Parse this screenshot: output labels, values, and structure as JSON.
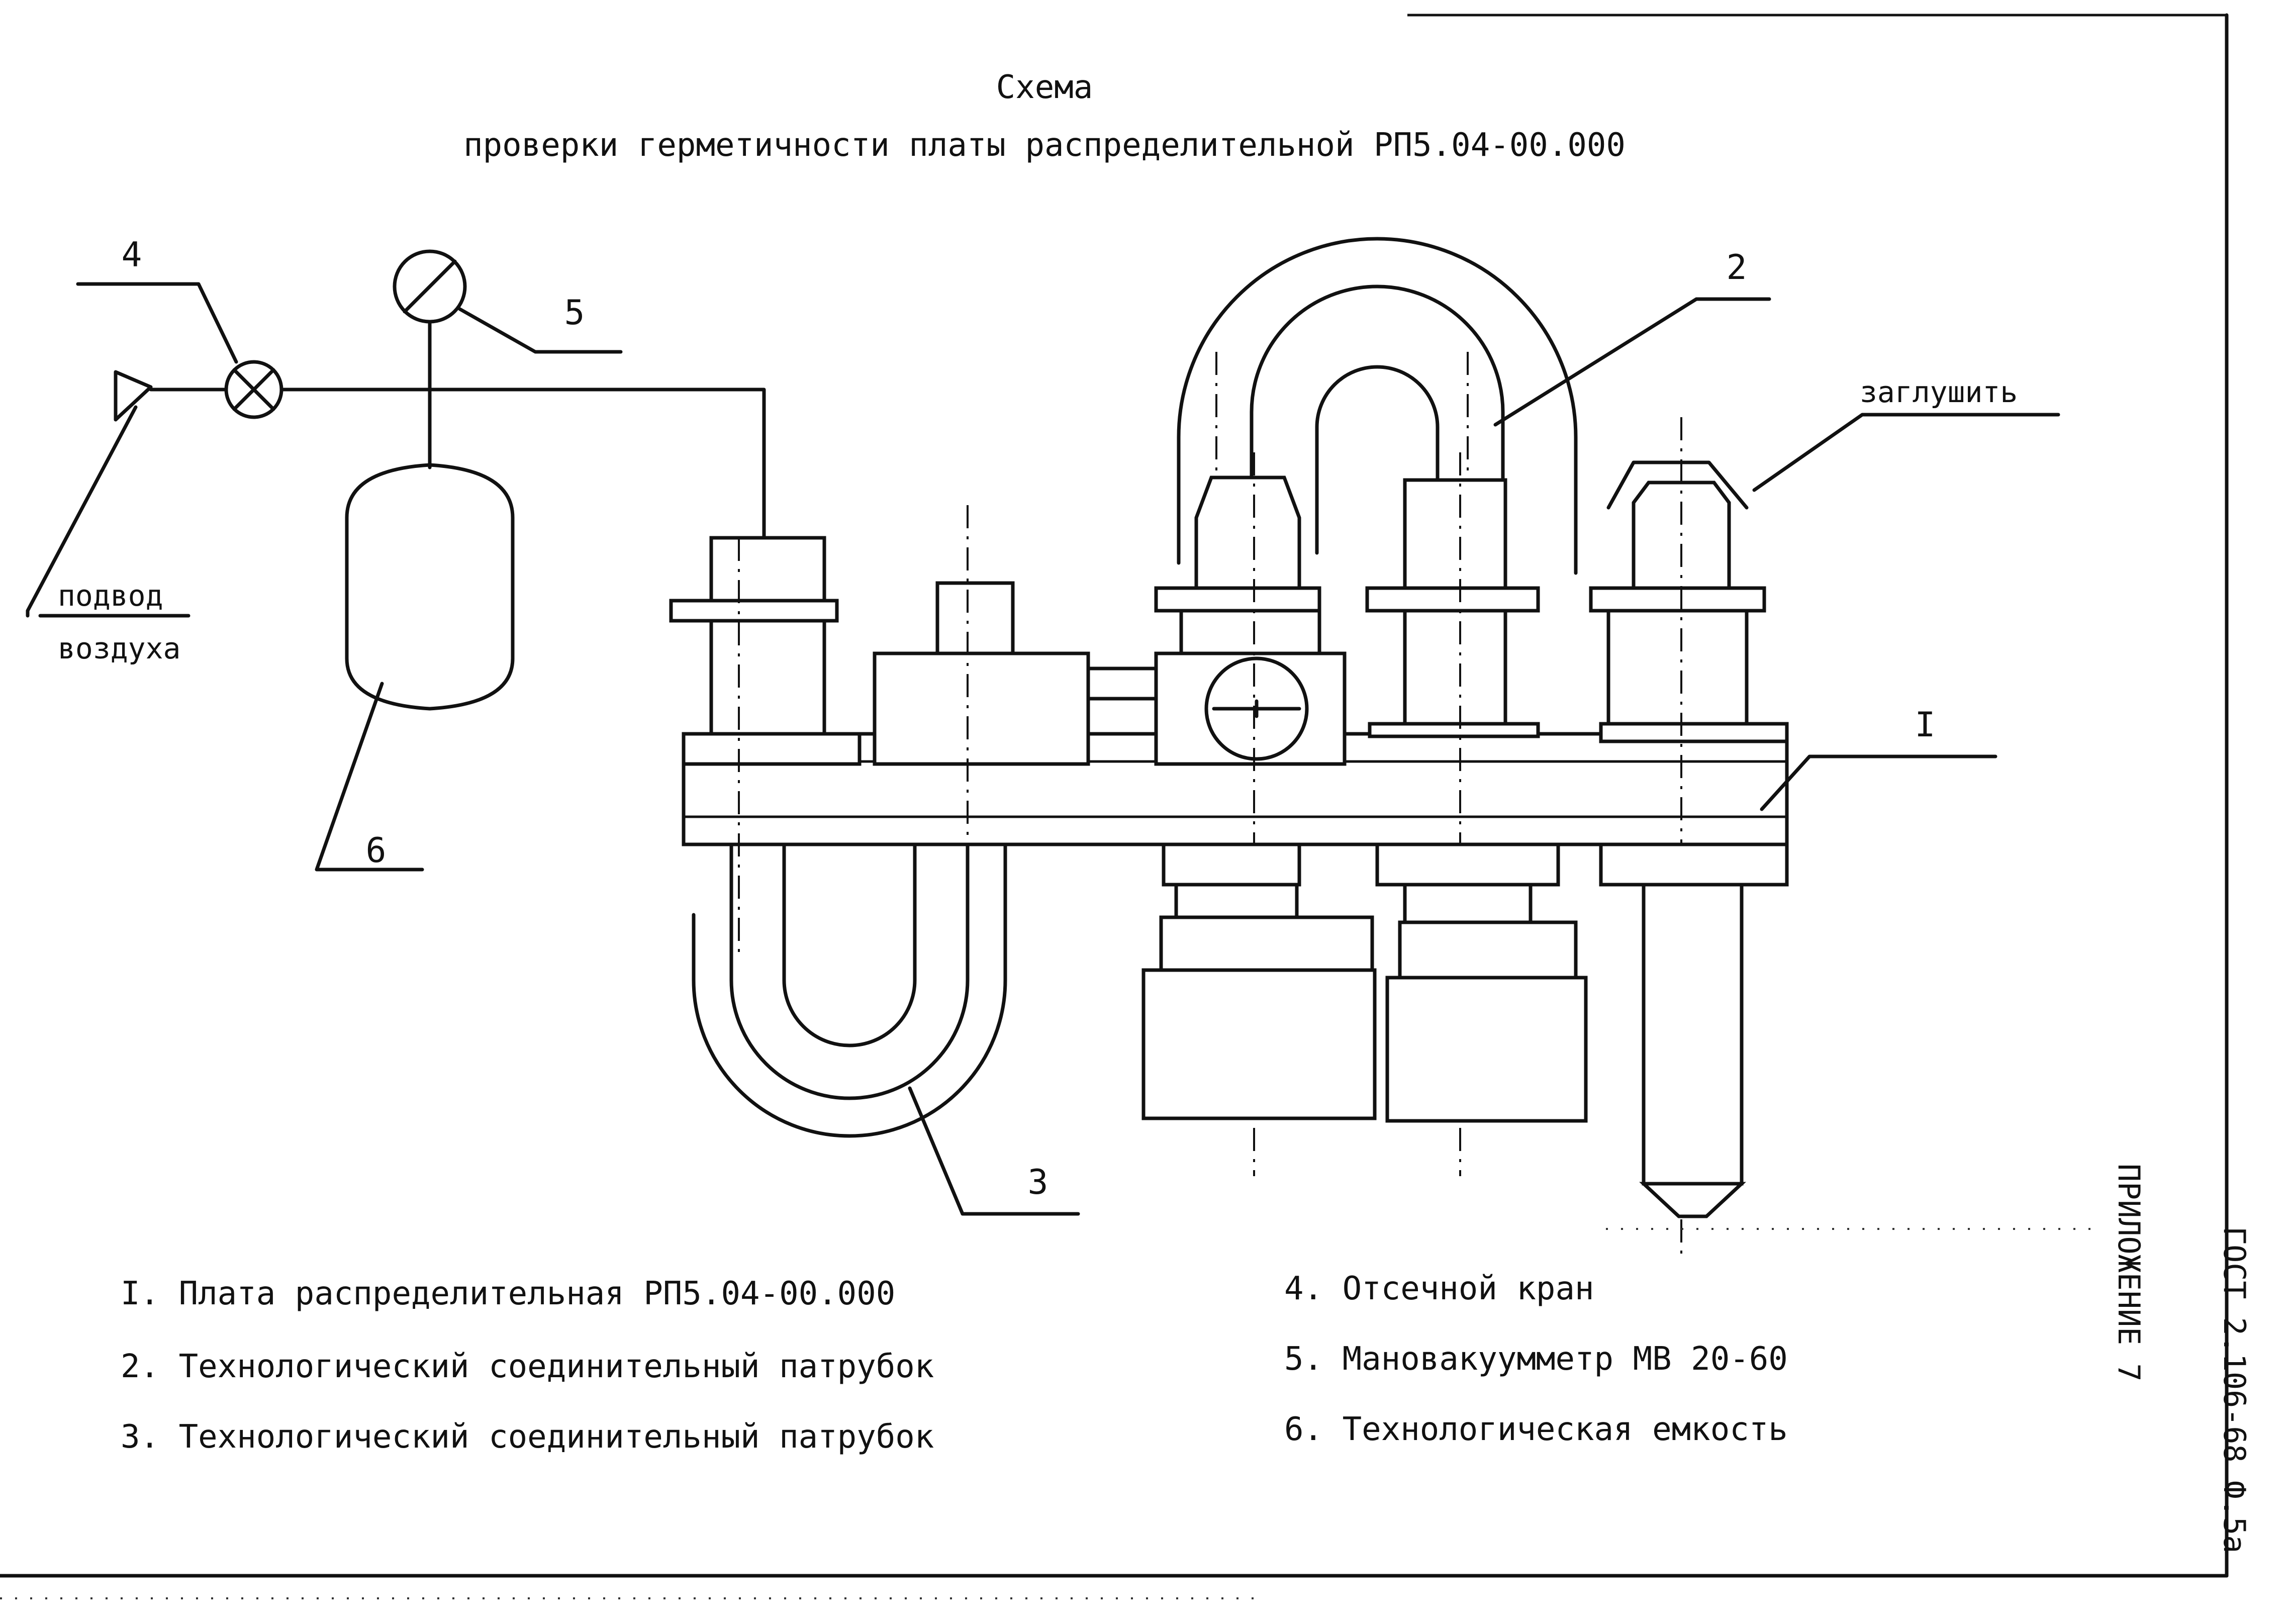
{
  "title": {
    "line1": "Схема",
    "line2": "проверки герметичности платы распределительной РП5.04-00.000"
  },
  "callouts": {
    "c1": "I",
    "c2": "2",
    "c3": "3",
    "c4": "4",
    "c5": "5",
    "c6": "6"
  },
  "labels": {
    "air_supply_line1": "подвод",
    "air_supply_line2": "воздуха",
    "plug": "заглушить"
  },
  "legend": {
    "items": [
      "I. Плата распределительная РП5.04-00.000",
      "2. Технологический соединительный патрубок",
      "3. Технологический соединительный патрубок",
      "4. Отсечной кран",
      "5. Мановакуумметр МВ 20-60",
      "6. Технологическая емкость"
    ]
  },
  "side": {
    "appendix": "ПРИЛОЖЕНИЕ 7",
    "stamp": "ГОСТ 2.106-68 Ф.5а"
  }
}
